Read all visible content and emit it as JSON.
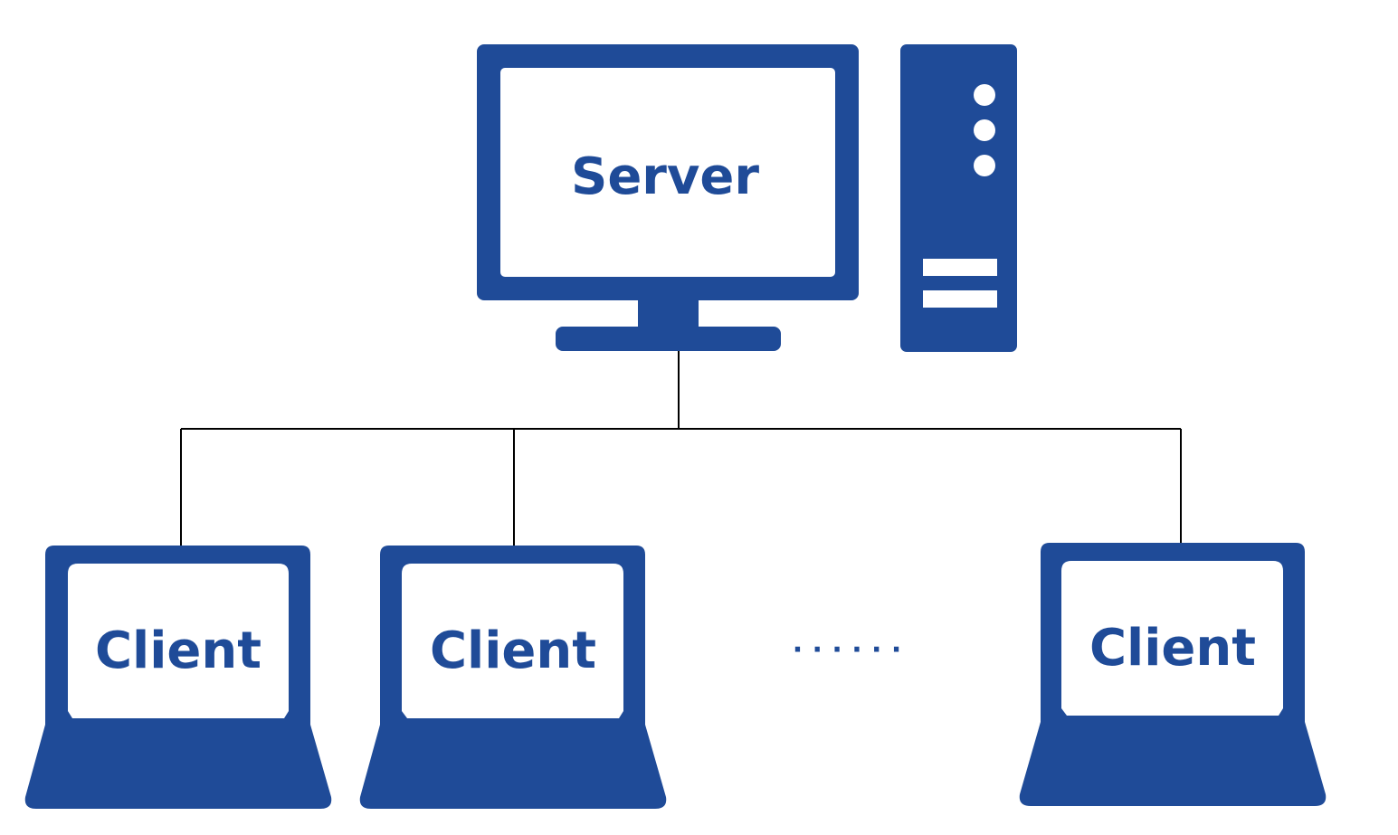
{
  "server": {
    "label": "Server"
  },
  "clients": [
    {
      "label": "Client"
    },
    {
      "label": "Client"
    },
    {
      "label": "Client"
    }
  ],
  "ellipsis": "· · · · · ·",
  "colors": {
    "device": "#1f4b98",
    "screen": "#ffffff",
    "line": "#000000",
    "text": "#1f4b98"
  },
  "icons": {
    "server_monitor": "monitor-icon",
    "server_tower": "server-tower-icon",
    "client": "laptop-icon"
  }
}
